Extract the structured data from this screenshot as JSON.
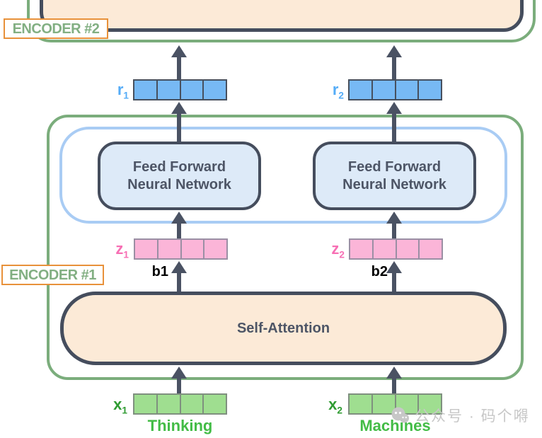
{
  "encoder2": {
    "label": "ENCODER #2"
  },
  "encoder1": {
    "label": "ENCODER #1"
  },
  "blocks": {
    "ffnn": "Feed Forward Neural Network",
    "self_attention": "Self-Attention"
  },
  "vectors": {
    "r1": {
      "base": "r",
      "sub": "1",
      "cells": 4
    },
    "r2": {
      "base": "r",
      "sub": "2",
      "cells": 4
    },
    "z1": {
      "base": "z",
      "sub": "1",
      "cells": 4
    },
    "z2": {
      "base": "z",
      "sub": "2",
      "cells": 4
    },
    "x1": {
      "base": "x",
      "sub": "1",
      "cells": 4
    },
    "x2": {
      "base": "x",
      "sub": "2",
      "cells": 4
    }
  },
  "annotations": {
    "b1": "b1",
    "b2": "b2"
  },
  "input_words": {
    "word1": "Thinking",
    "word2": "Machines"
  },
  "watermark": {
    "icon": "wechat-icon",
    "text": "公众号 · 码个嘚"
  },
  "colors": {
    "green_border": "#7BAD7C",
    "orange_border": "#E8913A",
    "label_green": "#82AF82",
    "dark_border": "#454D5D",
    "dark_text": "#4D5566",
    "arrow": "#4A5263",
    "peach_fill": "#FCEAD7",
    "ffnn_fill": "#DDEAF8",
    "blue_ring": "#A9CCF4",
    "r_fill": "#77B9F4",
    "r_border": "#47505E",
    "r_label": "#55ACF7",
    "z_fill": "#FBB5D8",
    "z_border": "#9B8FA4",
    "z_label": "#F76FB4",
    "x_fill": "#9FDE90",
    "x_border": "#7F907F",
    "x_label": "#2F9B32",
    "word_green": "#43BC46",
    "watermark_gray": "#C7C7C7"
  }
}
